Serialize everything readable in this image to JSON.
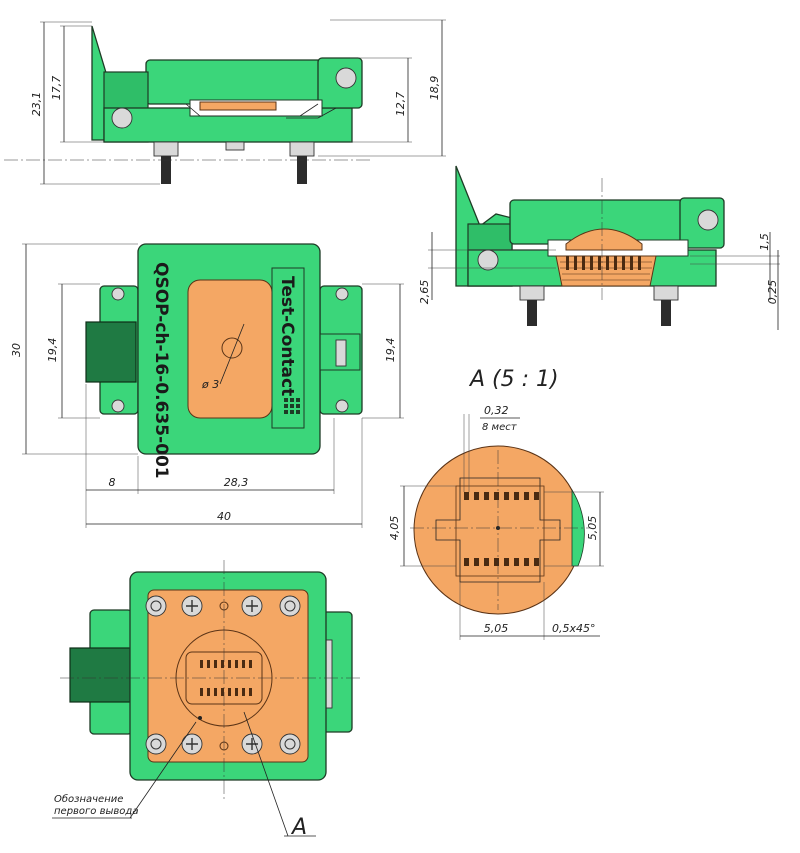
{
  "colors": {
    "body_green": "#3bd67a",
    "dark_green": "#1f7a43",
    "insert_orange": "#f4a764",
    "metal": "#d9d9d9",
    "line": "#222222"
  },
  "side_view": {
    "dim_total_height": "23,1",
    "dim_body_height": "17,7",
    "dim_inner_height": "12,7",
    "dim_right_height": "18,9"
  },
  "section_view": {
    "dim_gap": "1,5",
    "dim_height": "2,65",
    "dim_offset": "0,25"
  },
  "top_view": {
    "part_number": "QSOP-ch-16-0.635-001",
    "brand": "Test-Contact",
    "dim_height": "30",
    "dim_left_width": "19,4",
    "dim_right_width": "19,4",
    "dim_bottom_left": "8",
    "dim_bottom_mid": "28,3",
    "dim_total_width": "40",
    "hole_diameter": "ø 3"
  },
  "detail_view": {
    "title": "A (5 : 1)",
    "pin_width": "0,32",
    "pin_count": "8 мест",
    "dim_left_height": "4,05",
    "dim_right_height": "5,05",
    "dim_bottom_width": "5,05",
    "dim_chamfer": "0,5x45°"
  },
  "bottom_view": {
    "note_line1": "Обозначение",
    "note_line2": "первого вывода",
    "callout": "A"
  }
}
